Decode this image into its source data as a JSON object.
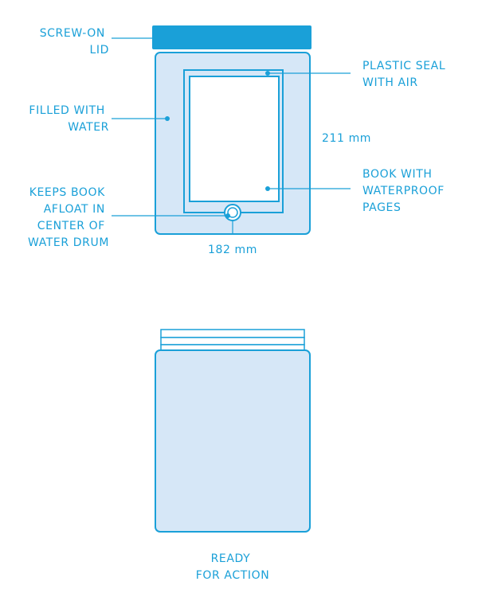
{
  "colors": {
    "stroke": "#1aa0d8",
    "fill": "#d6e7f7",
    "lid": "#1aa0d8",
    "paper": "#ffffff"
  },
  "labels": {
    "screw_on_lid": [
      "SCREW-ON",
      "LID"
    ],
    "plastic_seal": [
      "PLASTIC SEAL",
      "WITH AIR"
    ],
    "filled_with_water": [
      "FILLED WITH",
      "WATER"
    ],
    "height": "211 mm",
    "book_pages": [
      "BOOK WITH",
      "WATERPROOF",
      "PAGES"
    ],
    "keeps_afloat": [
      "KEEPS BOOK",
      "AFLOAT IN",
      "CENTER OF",
      "WATER DRUM"
    ],
    "width": "182 mm",
    "ready": [
      "READY",
      "FOR ACTION"
    ]
  }
}
